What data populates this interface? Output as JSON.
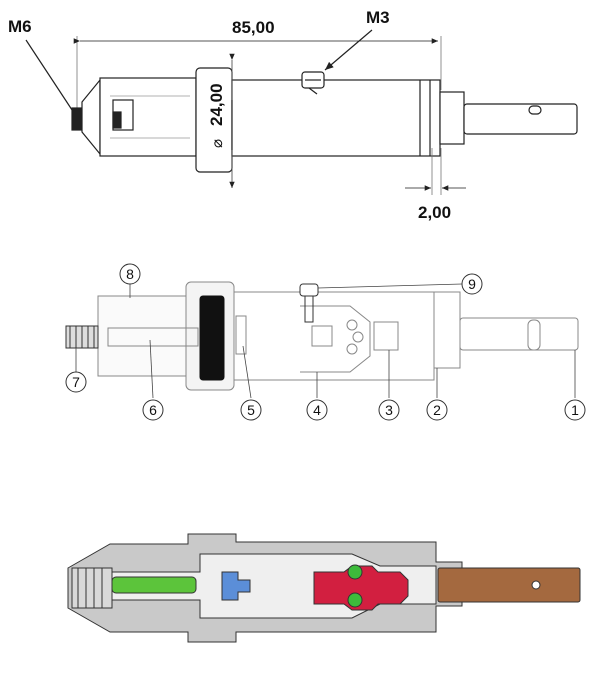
{
  "view1": {
    "label_m6": "M6",
    "label_m3": "M3",
    "dim_length": "85,00",
    "dim_diameter": "24,00",
    "diameter_symbol": "⌀",
    "dim_step": "2,00"
  },
  "view2": {
    "balloons": [
      "1",
      "2",
      "3",
      "4",
      "5",
      "6",
      "7",
      "8",
      "9"
    ]
  },
  "view3": {
    "part_colors": {
      "shaft": "#a4693f",
      "red_part": "#d21f40",
      "blue_part": "#5b8ed8",
      "green_rod": "#5cc43b",
      "green_balls": "#3dbb3b",
      "housing": "#c9c9c9"
    }
  }
}
